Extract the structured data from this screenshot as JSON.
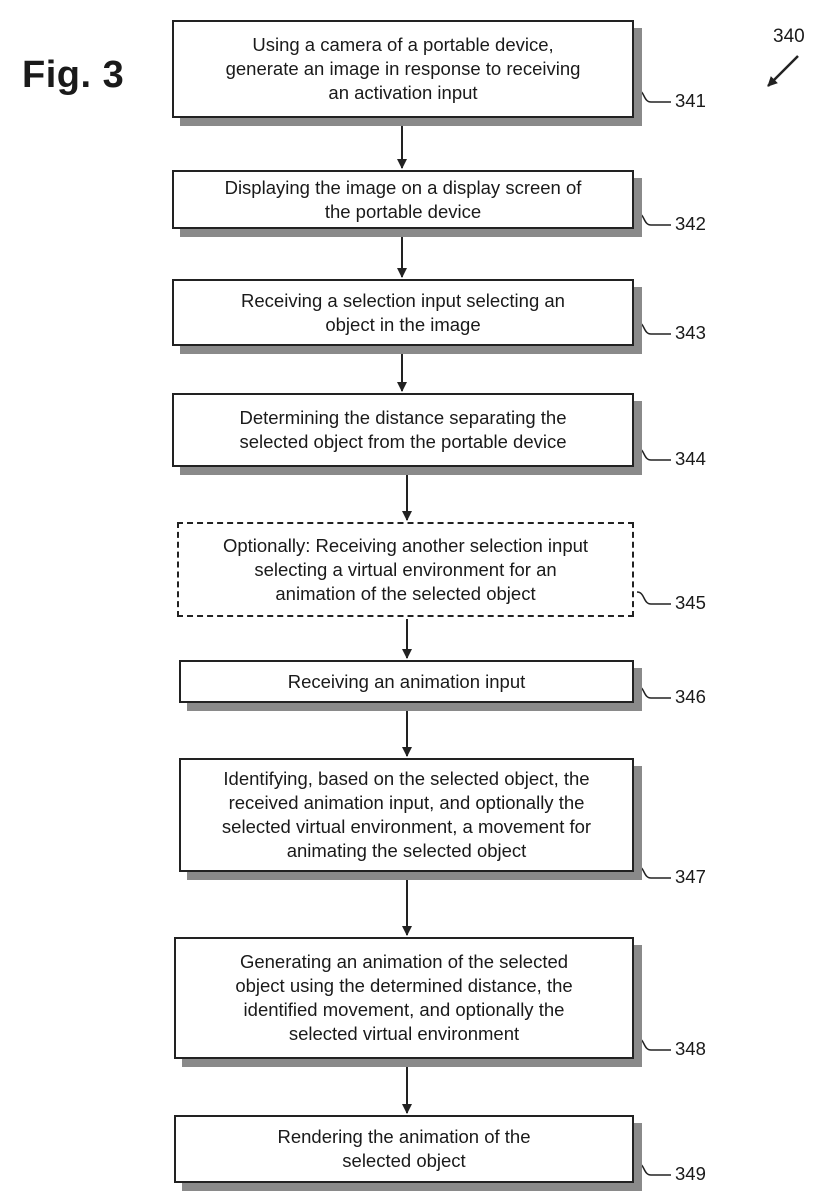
{
  "figure": {
    "title": "Fig. 3",
    "reference": "340"
  },
  "steps": [
    {
      "id": "341",
      "text": "Using a camera of a portable device,\ngenerate an image in response to receiving\nan activation input",
      "optional": false
    },
    {
      "id": "342",
      "text": "Displaying the image on a display screen of\nthe portable device",
      "optional": false
    },
    {
      "id": "343",
      "text": "Receiving a selection input selecting an\nobject in the image",
      "optional": false
    },
    {
      "id": "344",
      "text": "Determining the distance separating the\nselected object from the portable device",
      "optional": false
    },
    {
      "id": "345",
      "text": "Optionally:  Receiving another selection input\nselecting a virtual environment for an\nanimation of the selected object",
      "optional": true
    },
    {
      "id": "346",
      "text": "Receiving an animation input",
      "optional": false
    },
    {
      "id": "347",
      "text": "Identifying, based on the selected object, the\nreceived animation input, and optionally the\nselected virtual environment, a movement for\nanimating the selected object",
      "optional": false
    },
    {
      "id": "348",
      "text": "Generating an animation of the selected\nobject using the determined distance, the\nidentified movement, and optionally the\nselected virtual environment",
      "optional": false
    },
    {
      "id": "349",
      "text": "Rendering the animation of the\nselected object",
      "optional": false
    }
  ]
}
